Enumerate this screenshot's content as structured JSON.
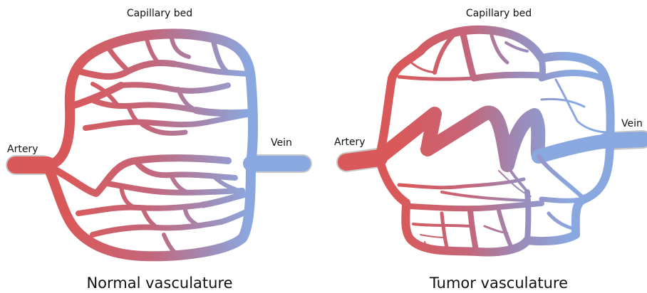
{
  "normal": {
    "capillary_label": "Capillary bed",
    "artery_label": "Artery",
    "vein_label": "Vein",
    "caption": "Normal vasculature"
  },
  "tumor": {
    "capillary_label": "Capillary bed",
    "artery_label": "Artery",
    "vein_label": "Vein",
    "caption": "Tumor vasculature"
  },
  "colors": {
    "arterial": "#d9595a",
    "mixed": "#b07a9c",
    "venous": "#8aa8e0"
  }
}
